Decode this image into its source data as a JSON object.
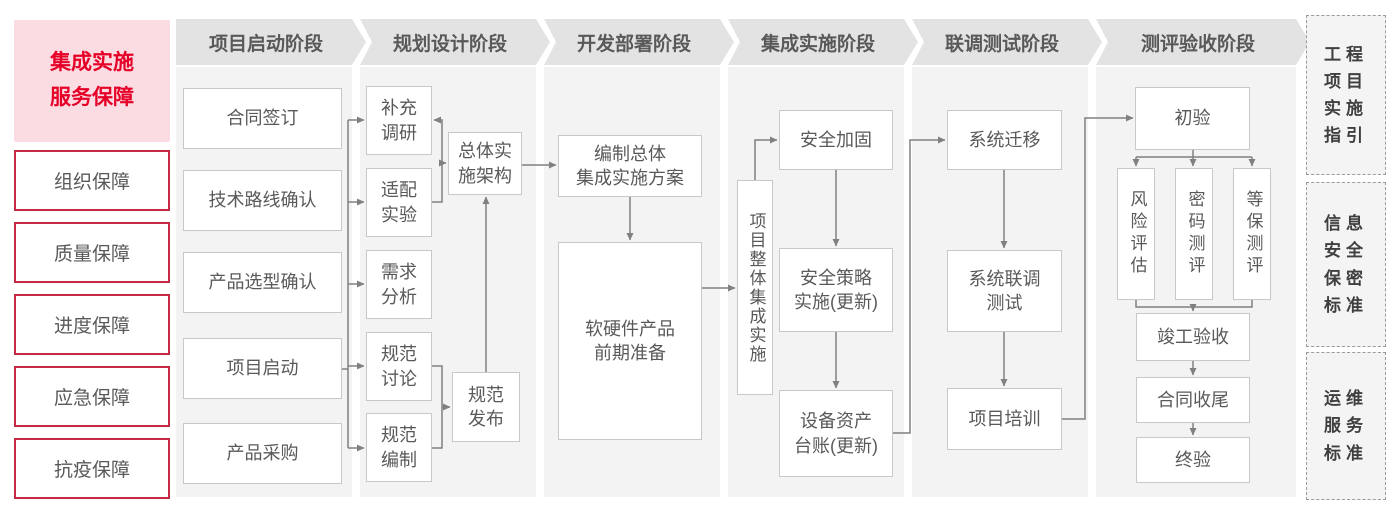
{
  "sidebar": {
    "header_label": "集成实施\n服务保障",
    "items": [
      {
        "label": "组织保障"
      },
      {
        "label": "质量保障"
      },
      {
        "label": "进度保障"
      },
      {
        "label": "应急保障"
      },
      {
        "label": "抗疫保障"
      }
    ]
  },
  "phases": [
    {
      "label": "项目启动阶段"
    },
    {
      "label": "规划设计阶段"
    },
    {
      "label": "开发部署阶段"
    },
    {
      "label": "集成实施阶段"
    },
    {
      "label": "联调测试阶段"
    },
    {
      "label": "测评验收阶段"
    }
  ],
  "nodes": {
    "contract_signing": "合同签订",
    "tech_route_confirm": "技术路线确认",
    "product_selection_confirm": "产品选型确认",
    "project_kickoff": "项目启动",
    "product_procurement": "产品采购",
    "supplementary_research": "补充\n调研",
    "adaptation_experiment": "适配\n实验",
    "requirement_analysis": "需求\n分析",
    "spec_discussion": "规范\n讨论",
    "spec_compilation": "规范\n编制",
    "overall_impl_architecture": "总体实\n施架构",
    "spec_release": "规范\n发布",
    "compile_overall_plan": "编制总体\n集成实施方案",
    "hw_sw_preparation": "软硬件产品\n前期准备",
    "overall_integration_impl": "项目整体集成实施",
    "security_hardening": "安全加固",
    "security_policy_impl": "安全策略\n实施(更新)",
    "asset_ledger_update": "设备资产\n台账(更新)",
    "system_migration": "系统迁移",
    "system_joint_debug_test": "系统联调\n测试",
    "project_training": "项目培训",
    "initial_acceptance": "初验",
    "risk_assessment": "风险评估",
    "crypto_evaluation": "密码测评",
    "classified_protection_evaluation": "等保测评",
    "completion_acceptance": "竣工验收",
    "contract_closure": "合同收尾",
    "final_acceptance": "终验"
  },
  "right_panel": {
    "items": [
      {
        "label": "工程\n项目\n实施\n指引"
      },
      {
        "label": "信息\n安全\n保密\n标准"
      },
      {
        "label": "运维\n服务\n标准"
      }
    ]
  },
  "colors": {
    "accent_red": "#e60027",
    "pink_bg": "#fbdce2",
    "red_border": "#c62b45",
    "header_bg": "#e3e3e3",
    "column_bg": "#f3f3f3",
    "box_border": "#c8c8c8",
    "text_gray": "#595959",
    "line_gray": "#808080"
  }
}
